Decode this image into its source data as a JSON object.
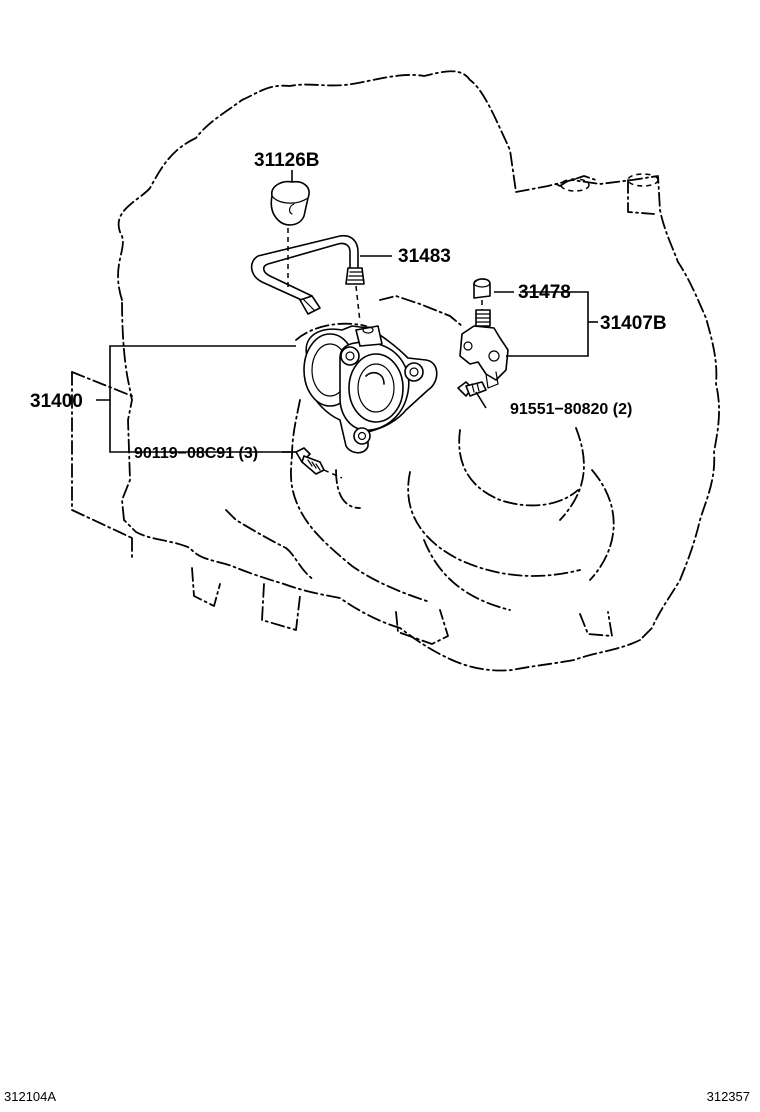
{
  "labels": {
    "part_31126B": "31126B",
    "part_31483": "31483",
    "part_31478": "31478",
    "part_31407B": "31407B",
    "part_31400": "31400",
    "part_91551": "91551−80820 (2)",
    "part_90119": "90119−08C91 (3)"
  },
  "footer": {
    "left_code": "312104A",
    "right_code": "312357"
  }
}
